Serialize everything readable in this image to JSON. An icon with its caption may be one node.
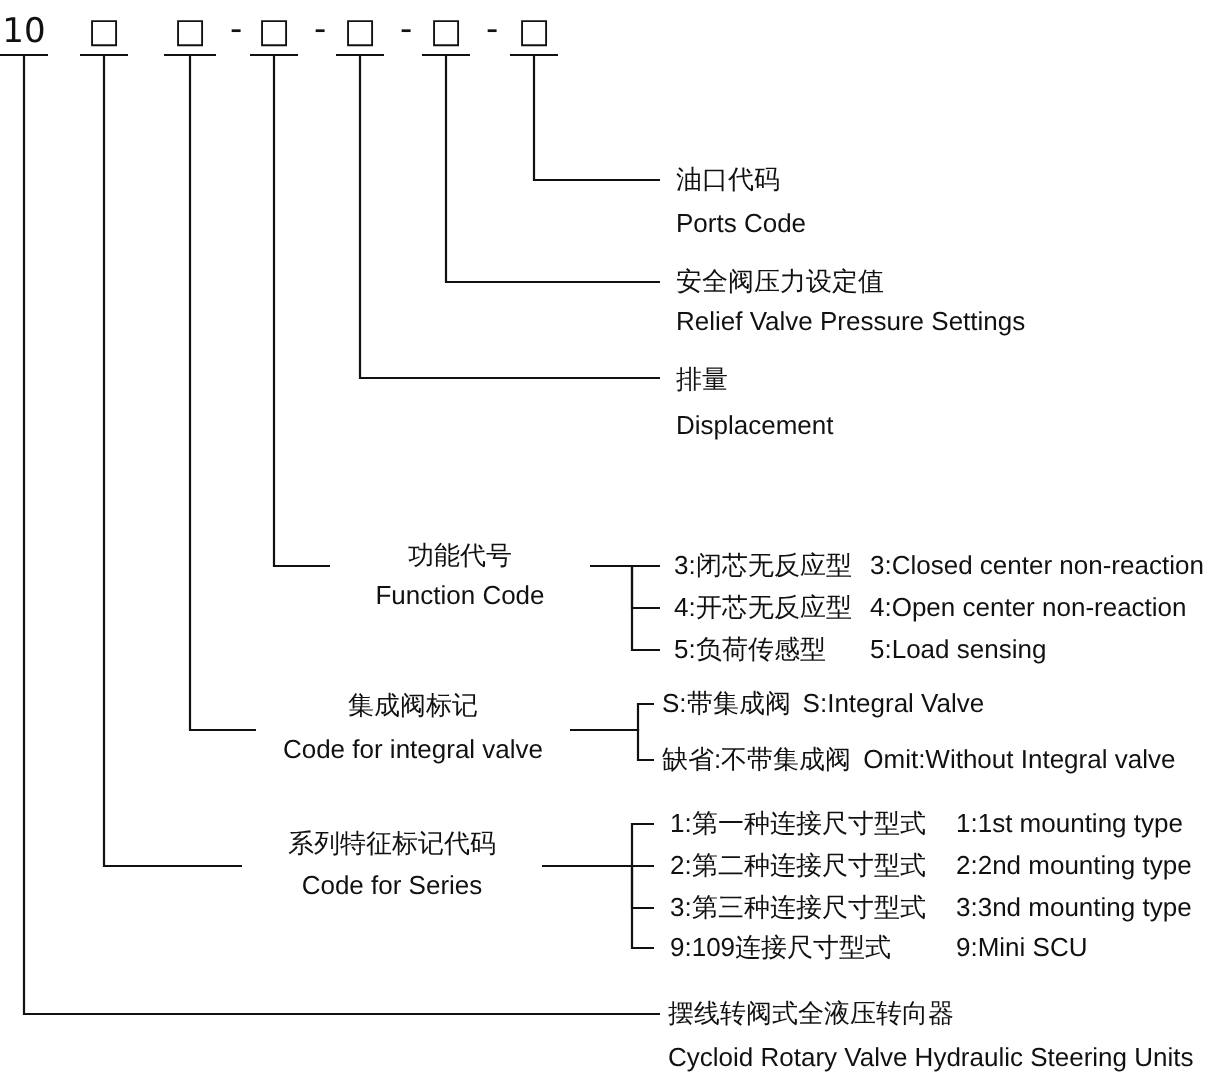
{
  "diagram": {
    "nodes": [
      {
        "text": [
          "10"
        ]
      },
      {
        "text": [
          "□"
        ]
      },
      {
        "text": [
          "□"
        ]
      },
      {
        "text": [
          "□"
        ]
      },
      {
        "text": [
          "□"
        ]
      },
      {
        "text": [
          "□"
        ]
      },
      {
        "text": [
          "□"
        ]
      },
      {
        "text": [
          "油口代码",
          "Ports Code"
        ]
      },
      {
        "text": [
          "安全阀压力设定值",
          "Relief Valve Pressure Settings"
        ]
      },
      {
        "text": [
          "排量",
          "Displacement"
        ]
      },
      {
        "text": [
          "功能代号",
          "Function Code"
        ]
      },
      {
        "text": [
          "3:闭芯无反应型",
          "3:Closed center non-reaction"
        ]
      },
      {
        "text": [
          "4:开芯无反应型",
          "4:Open center non-reaction"
        ]
      },
      {
        "text": [
          "5:负荷传感型",
          "5:Load sensing"
        ]
      },
      {
        "text": [
          "集成阀标记",
          "Code for integral valve"
        ]
      },
      {
        "text": [
          "S:带集成阀",
          "S:Integral Valve"
        ]
      },
      {
        "text": [
          "缺省:不带集成阀",
          "Omit:Without Integral valve"
        ]
      },
      {
        "text": [
          "系列特征标记代码",
          "Code for Series"
        ]
      },
      {
        "text": [
          "1:第一种连接尺寸型式",
          "1:1st mounting type"
        ]
      },
      {
        "text": [
          "2:第二种连接尺寸型式",
          "2:2nd mounting type"
        ]
      },
      {
        "text": [
          "3:第三种连接尺寸型式",
          "3:3nd mounting type"
        ]
      },
      {
        "text": [
          "9:109连接尺寸型式",
          "9:Mini SCU"
        ]
      },
      {
        "text": [
          "摆线转阀式全液压转向器",
          "Cycloid Rotary Valve Hydraulic Steering Units"
        ]
      }
    ],
    "edges": [
      {
        "from": 6,
        "to": 7,
        "arrow": "none"
      },
      {
        "from": 5,
        "to": 8,
        "arrow": "none"
      },
      {
        "from": 4,
        "to": 9,
        "arrow": "none"
      },
      {
        "from": 3,
        "to": 10,
        "arrow": "none"
      },
      {
        "from": 10,
        "to": 11,
        "arrow": "none"
      },
      {
        "from": 10,
        "to": 12,
        "arrow": "none"
      },
      {
        "from": 10,
        "to": 13,
        "arrow": "none"
      },
      {
        "from": 2,
        "to": 14,
        "arrow": "none"
      },
      {
        "from": 14,
        "to": 15,
        "arrow": "none"
      },
      {
        "from": 14,
        "to": 16,
        "arrow": "none"
      },
      {
        "from": 1,
        "to": 17,
        "arrow": "none"
      },
      {
        "from": 17,
        "to": 18,
        "arrow": "none"
      },
      {
        "from": 17,
        "to": 19,
        "arrow": "none"
      },
      {
        "from": 17,
        "to": 20,
        "arrow": "none"
      },
      {
        "from": 17,
        "to": 21,
        "arrow": "none"
      },
      {
        "from": 0,
        "to": 22,
        "arrow": "none"
      }
    ],
    "labels": [
      "-",
      "-",
      "-",
      "-"
    ]
  }
}
